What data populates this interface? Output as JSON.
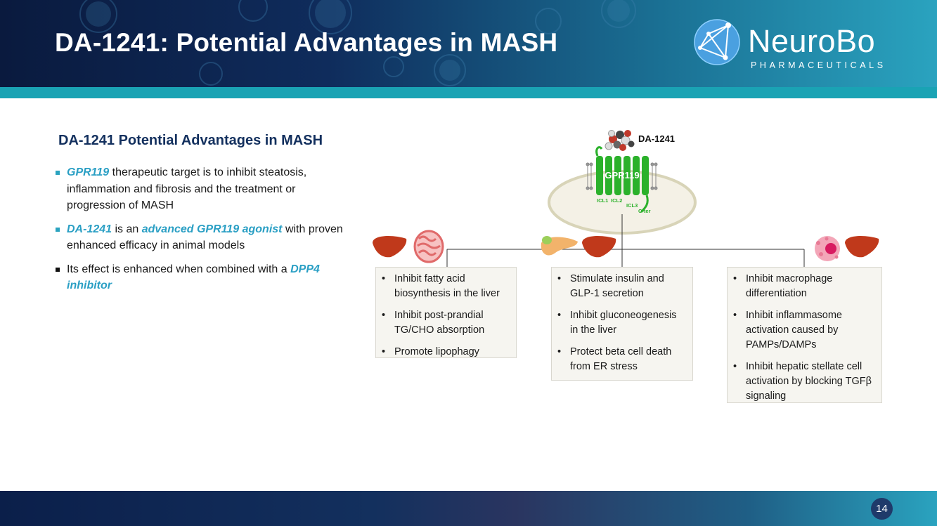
{
  "header": {
    "title": "DA-1241: Potential Advantages in MASH",
    "logo_name": "NeuroBo",
    "logo_sub": "PHARMACEUTICALS"
  },
  "left": {
    "section_title": "DA-1241 Potential Advantages in MASH",
    "bullets": [
      {
        "hl": "GPR119",
        "text": " therapeutic target is to inhibit steatosis, inflammation and fibrosis and the treatment or progression of MASH"
      },
      {
        "hl": "DA-1241",
        "mid": " is an ",
        "hl2": "advanced GPR119 agonist",
        "text": " with proven enhanced efficacy in animal models"
      },
      {
        "text": "Its effect is enhanced when combined with a ",
        "hl": "DPP4 inhibitor"
      }
    ]
  },
  "diagram": {
    "drug_label": "DA-1241",
    "receptor_label": "GPR119",
    "loop_labels": [
      "ICL1",
      "ICL2",
      "ICL3",
      "C-ter"
    ],
    "boxes": [
      {
        "items": [
          "Inhibit fatty acid biosynthesis in the liver",
          "Inhibit post-prandial TG/CHO absorption",
          "Promote lipophagy"
        ]
      },
      {
        "items": [
          "Stimulate insulin and GLP-1 secretion",
          "Inhibit gluconeogenesis in the liver",
          "Protect beta cell death from ER stress"
        ]
      },
      {
        "items": [
          "Inhibit macrophage differentiation",
          "Inhibit inflammasome activation caused by PAMPs/DAMPs",
          "Inhibit hepatic stellate cell activation by blocking TGFβ signaling"
        ]
      }
    ]
  },
  "footer": {
    "page_number": "14"
  },
  "colors": {
    "accent": "#2a9fc4",
    "navy": "#13305e",
    "receptor": "#2bb12b",
    "liver": "#c0391b"
  }
}
